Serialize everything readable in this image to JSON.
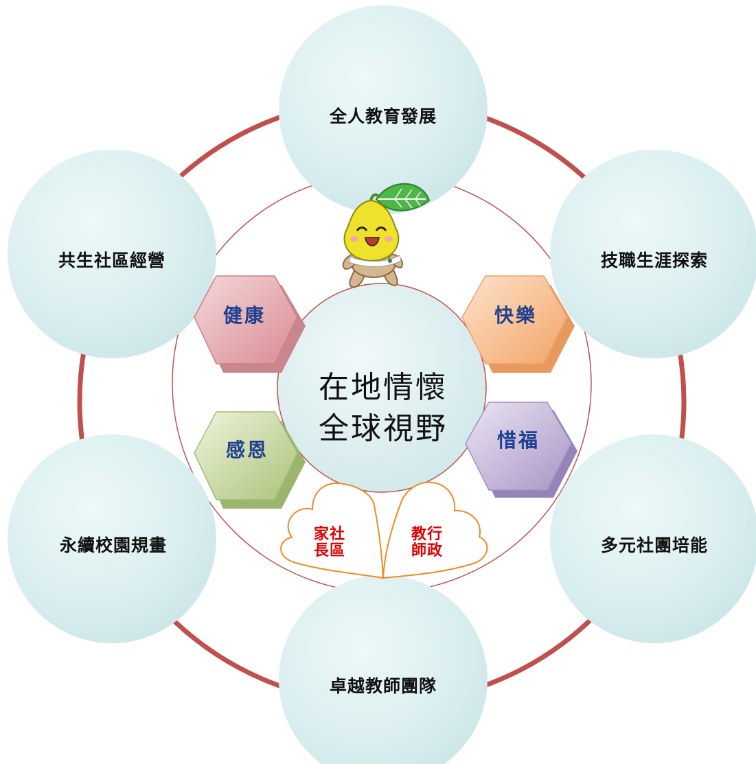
{
  "center": {
    "line1": "在地情懷",
    "line2": "全球視野"
  },
  "goals": [
    {
      "key": "whole-person",
      "label": "全人教育發展"
    },
    {
      "key": "vocational",
      "label": "技職生涯探索"
    },
    {
      "key": "clubs",
      "label": "多元社團培能"
    },
    {
      "key": "teachers",
      "label": "卓越教師團隊"
    },
    {
      "key": "campus",
      "label": "永續校園規畫"
    },
    {
      "key": "community",
      "label": "共生社區經營"
    }
  ],
  "values": [
    {
      "key": "health",
      "label": "健康",
      "color": "#e7b6ba"
    },
    {
      "key": "happiness",
      "label": "快樂",
      "color": "#f8c9a3"
    },
    {
      "key": "gratitude",
      "label": "感恩",
      "color": "#d6e3b6"
    },
    {
      "key": "cherish",
      "label": "惜福",
      "color": "#cfc3df"
    }
  ],
  "hearts": {
    "left": {
      "line1": "家社",
      "line2": "長區"
    },
    "right": {
      "line1": "教行",
      "line2": "師政"
    }
  },
  "colors": {
    "outer_ring": "#c0504d",
    "inner_circle_border": "#c0504d",
    "bubble_fill": "#d7ecee",
    "heart_outline": "#f08a24",
    "heart_text": "#e00000",
    "value_text": "#1f3f8f"
  },
  "mascot": {
    "icon": "pear-mascot-icon"
  }
}
